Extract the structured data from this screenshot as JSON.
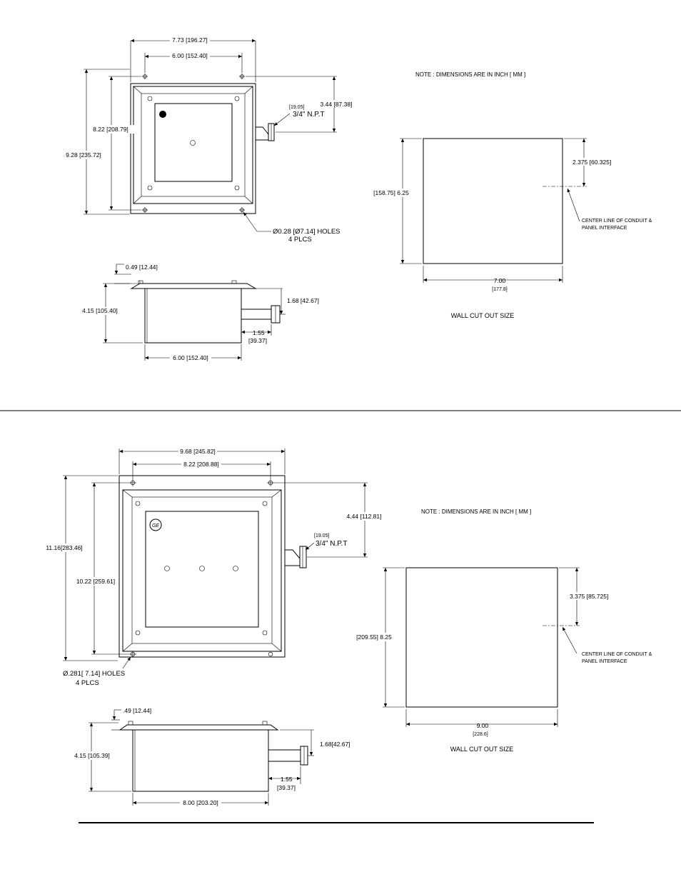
{
  "top": {
    "front": {
      "overall_width": "7.73 [196.27]",
      "hole_spacing_width": "6.00 [152.40]",
      "overall_height": "9.28 [235.72]",
      "hole_spacing_height": "8.22 [208.79]",
      "conduit_offset": "3.44 [87.38]",
      "npt_mm": "[19.05]",
      "npt": "3/4\" N.P.T",
      "holes_1": "Ø0.28 [Ø7.14] HOLES",
      "holes_2": "4 PLCS"
    },
    "side": {
      "flange": "0.49 [12.44]",
      "depth": "4.15 [105.40]",
      "conduit_height": "1.68 [42.67]",
      "conduit_len_1": "1.55",
      "conduit_len_2": "[39.37]",
      "box_width": "6.00 [152.40]"
    },
    "cutout": {
      "note": "NOTE : DIMENSIONS ARE IN INCH [ MM ]",
      "height": "[158.75]  6.25",
      "center": "2.375  [60.325]",
      "center_line_1": "CENTER LINE OF CONDUIT &",
      "center_line_2": "PANEL INTERFACE",
      "width_1": "7.00",
      "width_2": "[177.8]",
      "title": "WALL CUT OUT SIZE"
    }
  },
  "bottom": {
    "front": {
      "overall_width": "9.68 [245.82]",
      "hole_spacing_width": "8.22 [208.88]",
      "overall_height": "11.16[283.46]",
      "hole_spacing_height": "10.22 [259.61]",
      "conduit_offset": "4.44 [112.81]",
      "npt_mm": "[19.05]",
      "npt": "3/4\" N.P.T",
      "holes_1": "Ø.281[ 7.14] HOLES",
      "holes_2": "4 PLCS"
    },
    "side": {
      "flange": ".49 [12.44]",
      "depth": "4.15 [105.39]",
      "conduit_height": "1.68[42.67]",
      "conduit_len_1": "1.55",
      "conduit_len_2": "[39.37]",
      "box_width": "8.00 [203.20]"
    },
    "cutout": {
      "note": "NOTE : DIMENSIONS ARE IN INCH [ MM ]",
      "height": "[209.55]  8.25",
      "center": "3.375  [85.725]",
      "center_line_1": "CENTER LINE OF CONDUIT &",
      "center_line_2": "PANEL INTERFACE",
      "width_1": "9.00",
      "width_2": "[228.6]",
      "title": "WALL CUT OUT SIZE"
    }
  }
}
